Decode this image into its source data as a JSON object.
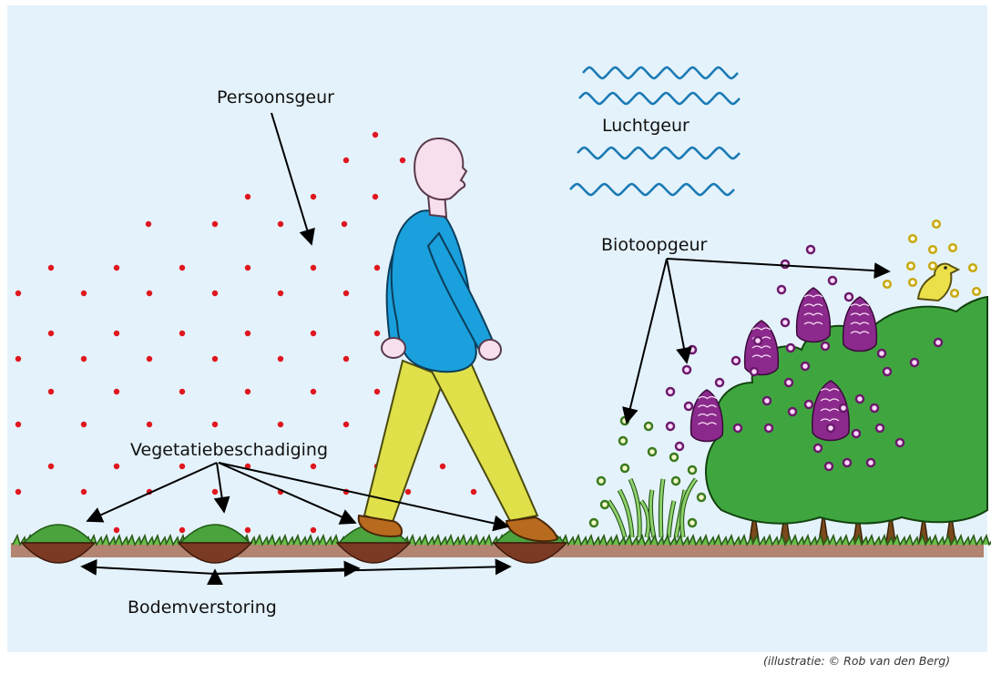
{
  "labels": {
    "persoonsgeur": "Persoonsgeur",
    "luchtgeur": "Luchtgeur",
    "biotoopgeur": "Biotoopgeur",
    "vegetatiebeschadiging": "Vegetatiebeschadiging",
    "bodemverstoring": "Bodemverstoring"
  },
  "credit": "(illustratie: © Rob van den Berg)",
  "colors": {
    "sky": "#e4f2fb",
    "ground": "#b38471",
    "soil": "#7a3a24",
    "moss": "#4aa33c",
    "shirt": "#1aa0dc",
    "pants": "#dfe04a",
    "shoe": "#b86a1e",
    "skin": "#f8dfee",
    "bush": "#3fa63f",
    "flower": "#8b2a8c",
    "bird": "#ece04a",
    "scent_dot": "#e0161e",
    "wave": "#1b7ab5",
    "arrow": "#000000"
  }
}
